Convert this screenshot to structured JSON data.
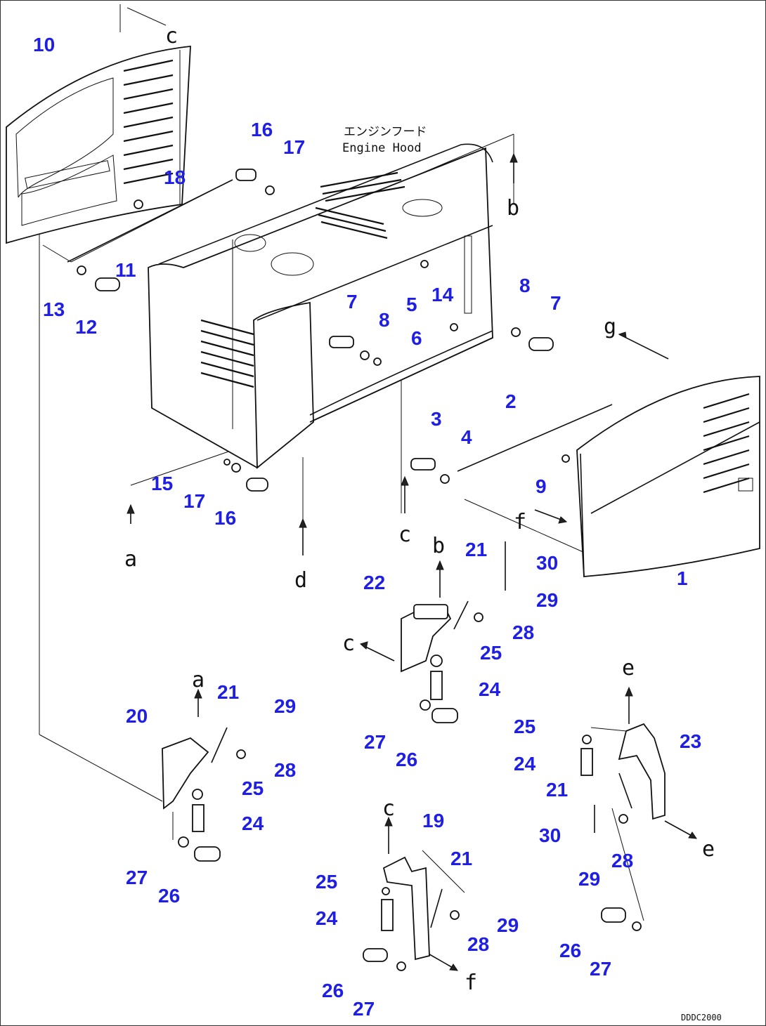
{
  "drawing": {
    "caption_jp": "エンジンフード",
    "caption_en": "Engine Hood",
    "drawing_number": "DDDC2000"
  },
  "callouts": [
    "1",
    "2",
    "3",
    "4",
    "5",
    "6",
    "7",
    "7",
    "8",
    "8",
    "9",
    "10",
    "11",
    "12",
    "13",
    "14",
    "15",
    "16",
    "16",
    "17",
    "17",
    "18",
    "19",
    "20",
    "21",
    "21",
    "21",
    "21",
    "22",
    "23",
    "24",
    "24",
    "24",
    "24",
    "25",
    "25",
    "25",
    "25",
    "26",
    "26",
    "26",
    "26",
    "27",
    "27",
    "27",
    "27",
    "28",
    "28",
    "28",
    "28",
    "29",
    "29",
    "29",
    "29",
    "30",
    "30"
  ],
  "reference_letters": [
    "a",
    "a",
    "b",
    "b",
    "c",
    "c",
    "c",
    "c",
    "d",
    "e",
    "e",
    "f",
    "f",
    "g"
  ],
  "colors": {
    "callout": "#1e1ee6",
    "lines": "#111111"
  }
}
